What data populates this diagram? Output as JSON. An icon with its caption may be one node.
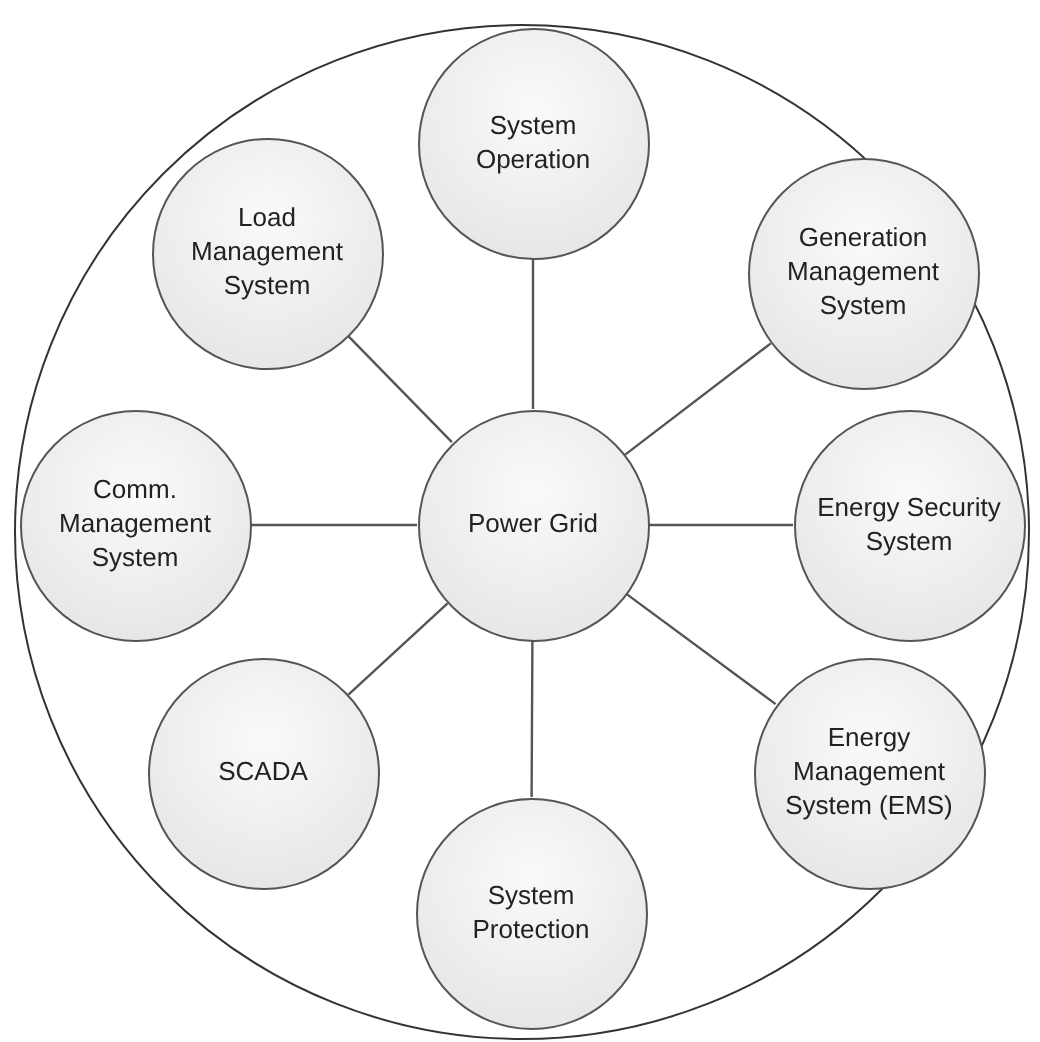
{
  "diagram": {
    "nodes": [
      {
        "text": [],
        "shape": "circle"
      },
      {
        "text": [
          "System Operation"
        ],
        "in": 0
      },
      {
        "text": [
          "Load Management System"
        ],
        "in": 0
      },
      {
        "text": [
          "Generation Management System"
        ],
        "in": 0
      },
      {
        "text": [
          "Comm. Management System"
        ],
        "in": 0
      },
      {
        "text": [
          "Power Grid"
        ],
        "in": 0
      },
      {
        "text": [
          "Energy Security System"
        ],
        "in": 0
      },
      {
        "text": [
          "SCADA"
        ],
        "in": 0
      },
      {
        "text": [
          "Energy Management System (EMS)"
        ],
        "in": 0
      },
      {
        "text": [
          "System Protection"
        ],
        "in": 0
      }
    ],
    "edges": [
      {
        "from": 5,
        "to": 1,
        "arrow": "none"
      },
      {
        "from": 5,
        "to": 2,
        "arrow": "none"
      },
      {
        "from": 5,
        "to": 3,
        "arrow": "none"
      },
      {
        "from": 5,
        "to": 4,
        "arrow": "none"
      },
      {
        "from": 5,
        "to": 6,
        "arrow": "none"
      },
      {
        "from": 5,
        "to": 7,
        "arrow": "none"
      },
      {
        "from": 5,
        "to": 8,
        "arrow": "none"
      },
      {
        "from": 5,
        "to": 9,
        "arrow": "none"
      }
    ]
  }
}
